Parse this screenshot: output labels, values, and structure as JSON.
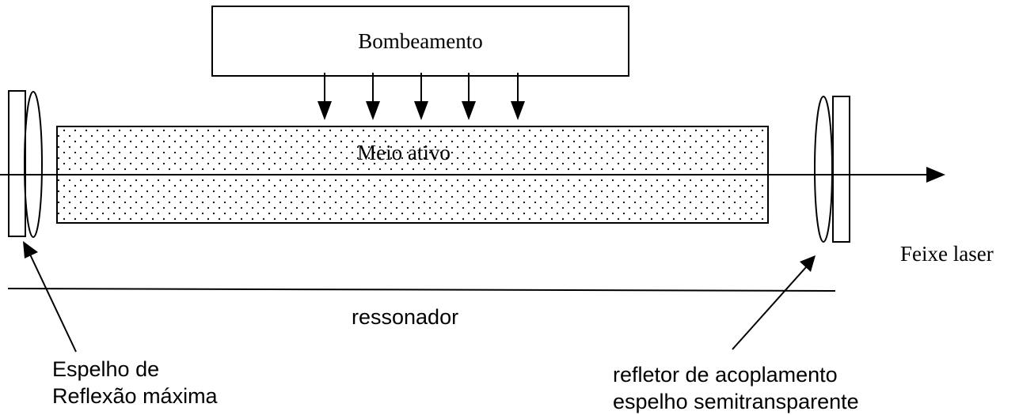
{
  "diagram": {
    "pump_label": "Bombeamento",
    "medium_label": "Meio ativo",
    "beam_label": "Feixe laser",
    "resonator_label": "ressonador",
    "left_mirror_label": [
      "Espelho de",
      "Reflexão máxima"
    ],
    "right_mirror_label": [
      "refletor de acoplamento",
      "espelho semitransparente"
    ]
  }
}
